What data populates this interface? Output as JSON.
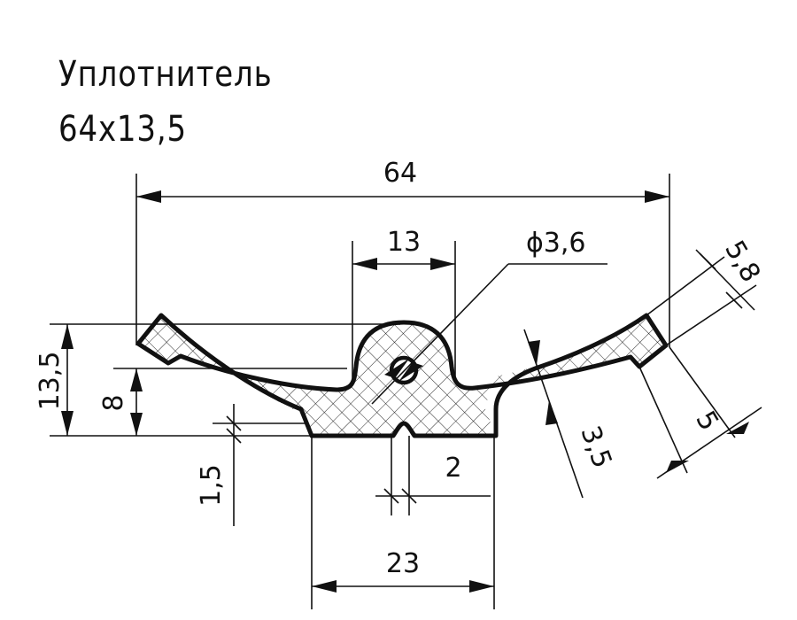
{
  "title": {
    "name": "Уплотнитель",
    "size": "64х13,5"
  },
  "dimensions": {
    "overall_width": "64",
    "center_width": "13",
    "hole_diameter": "ϕ3,6",
    "height_total": "13,5",
    "height_inner": "8",
    "step_height": "1,5",
    "groove_width": "2",
    "base_width": "23",
    "wall_thickness": "3,5",
    "lip_width": "5,8",
    "end_width": "5"
  }
}
